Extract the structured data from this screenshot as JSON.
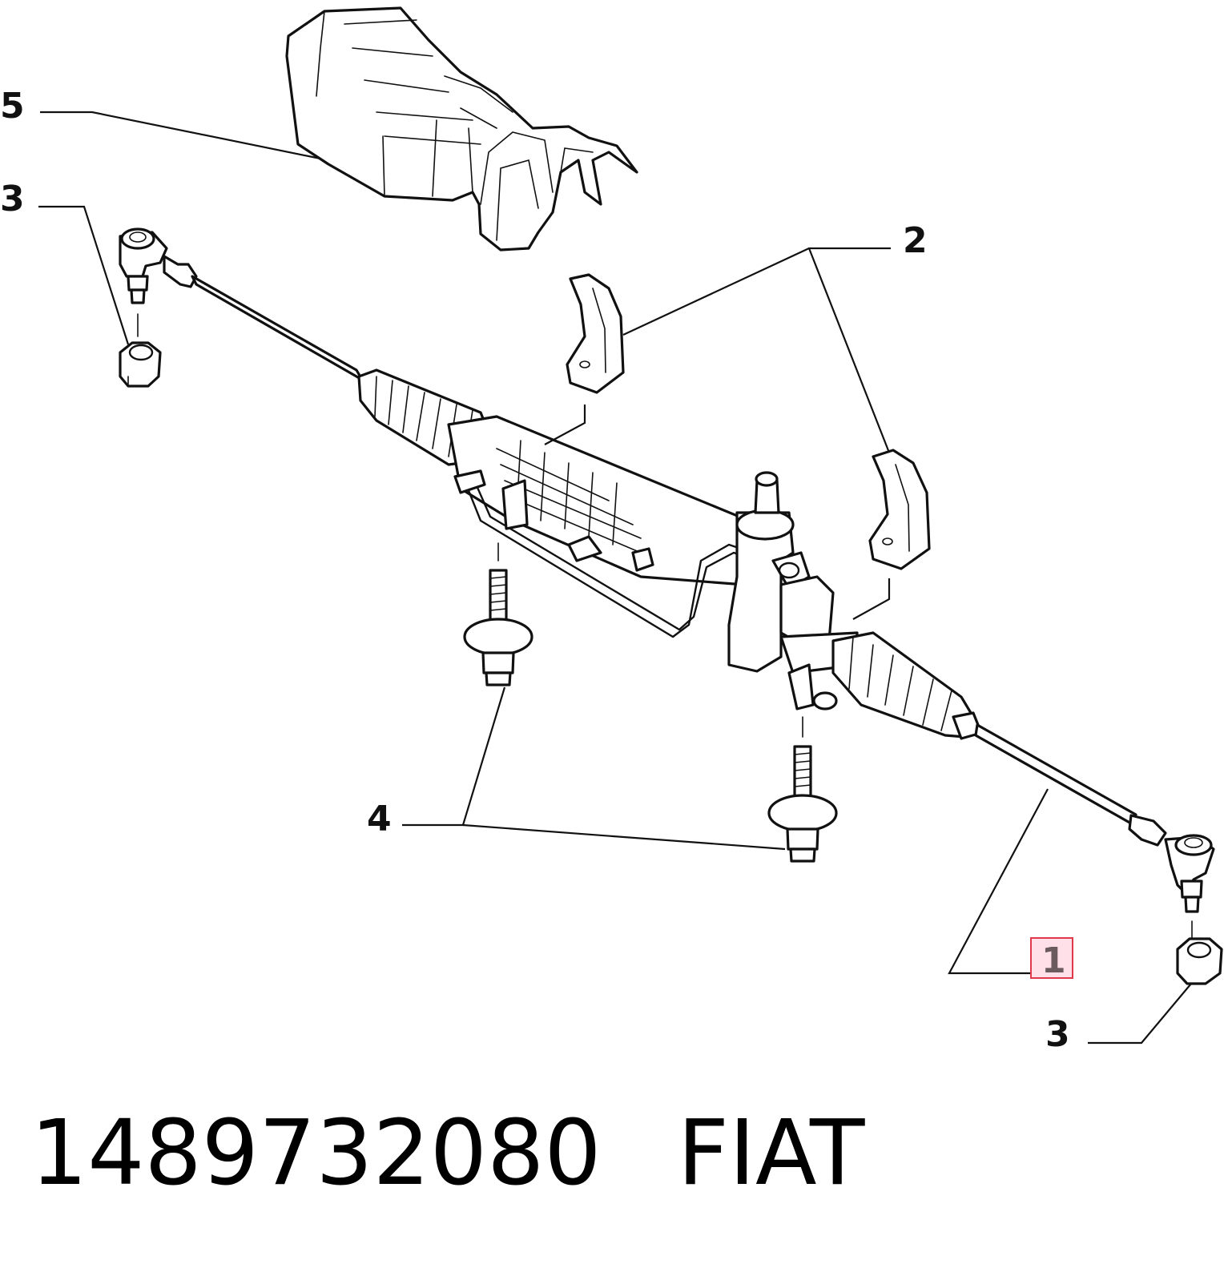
{
  "diagram": {
    "callouts": {
      "c5": "5",
      "c3_top": "3",
      "c2": "2",
      "c4": "4",
      "c1": "1",
      "c3_bottom": "3"
    },
    "highlight_color": "#ffe0e8",
    "highlight_border": "#e03a4a"
  },
  "footer": {
    "part_number": "1489732080",
    "brand": "FIAT"
  }
}
